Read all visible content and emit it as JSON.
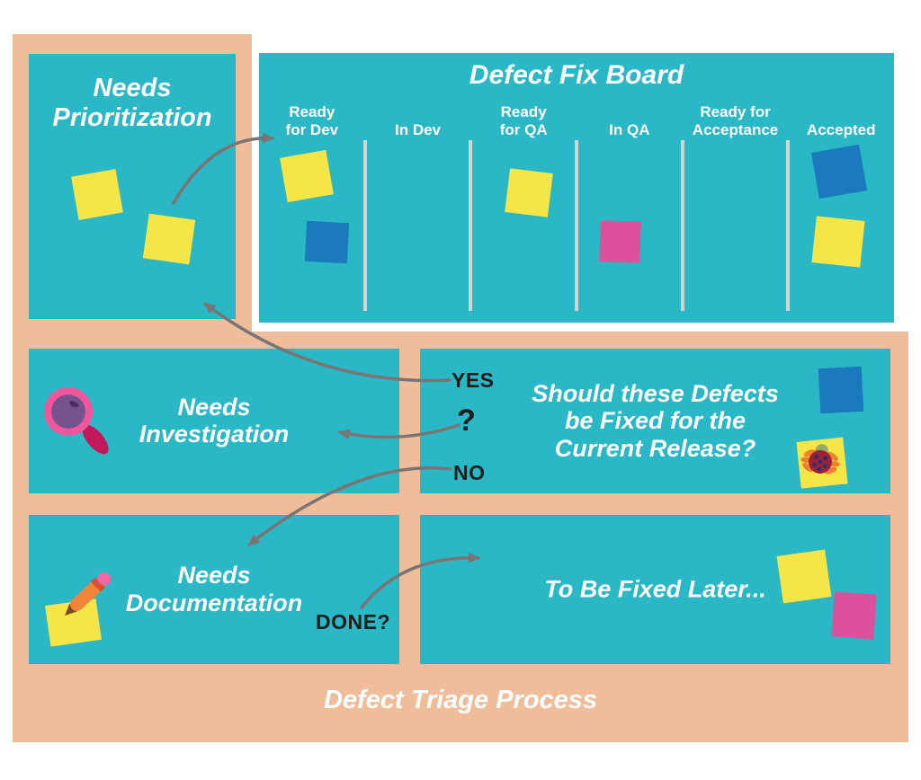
{
  "poster": {
    "title": "Defect Triage Process"
  },
  "board": {
    "title": "Defect Fix Board",
    "columns": [
      "Ready\nfor Dev",
      "In Dev",
      "Ready\nfor QA",
      "In QA",
      "Ready for\nAcceptance",
      "Accepted"
    ]
  },
  "panels": {
    "needs_prioritization": "Needs\nPrioritization",
    "needs_investigation": "Needs\nInvestigation",
    "question": "Should these Defects\nbe Fixed for the\nCurrent Release?",
    "needs_documentation": "Needs\nDocumentation",
    "to_be_fixed_later": "To Be Fixed Later..."
  },
  "decision_labels": {
    "yes": "YES",
    "question_mark": "?",
    "no": "NO",
    "done": "DONE?"
  },
  "icons": {
    "magnifier": "magnifying-glass",
    "pencil": "pencil-on-sticky-note",
    "bug": "bug-on-sticky-note"
  },
  "stickies": {
    "needs_prioritization": [
      "yellow",
      "yellow"
    ],
    "board_ready_for_dev": [
      "yellow",
      "blue"
    ],
    "board_ready_for_qa": [
      "yellow"
    ],
    "board_in_qa": [
      "pink"
    ],
    "board_accepted": [
      "blue",
      "yellow"
    ],
    "question_panel": [
      "blue",
      "yellow-with-bug"
    ],
    "to_be_fixed_later": [
      "yellow",
      "pink"
    ]
  },
  "colors": {
    "board_teal": "#2AB7C6",
    "background_peach": "#F0BD9A",
    "sticky_yellow": "#F5E547",
    "sticky_blue": "#1B79BE",
    "sticky_pink": "#DD519C",
    "arrow_gray": "#7A7474",
    "divider_gray": "#D3D5D5",
    "label_black": "#1D1D1B",
    "heading_white": "#FFFFFF"
  }
}
